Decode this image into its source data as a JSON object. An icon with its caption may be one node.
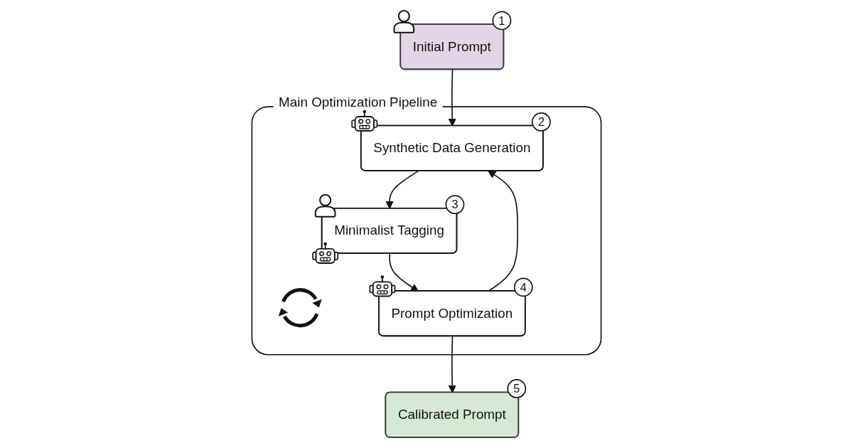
{
  "diagram": {
    "nodes": [
      {
        "text": [
          "Initial Prompt"
        ],
        "beside": [
          "1"
        ]
      },
      {
        "text": [
          "Main Optimization Pipeline"
        ]
      },
      {
        "text": [
          "Synthetic Data Generation"
        ],
        "in": 1,
        "beside": [
          "2"
        ]
      },
      {
        "text": [
          "Minimalist Tagging"
        ],
        "in": 1,
        "beside": [
          "3"
        ]
      },
      {
        "text": [
          "Prompt Optimization"
        ],
        "in": 1,
        "beside": [
          "4"
        ]
      },
      {
        "text": [
          "Calibrated Prompt"
        ],
        "beside": [
          "5"
        ]
      }
    ],
    "edges": [
      {
        "from": 0,
        "to": 2,
        "arrow": "to"
      },
      {
        "from": 2,
        "to": 3,
        "arrow": "to"
      },
      {
        "from": 3,
        "to": 4,
        "arrow": "to"
      },
      {
        "from": 4,
        "to": 2,
        "arrow": "to"
      },
      {
        "from": 4,
        "to": 5,
        "arrow": "to"
      }
    ]
  }
}
